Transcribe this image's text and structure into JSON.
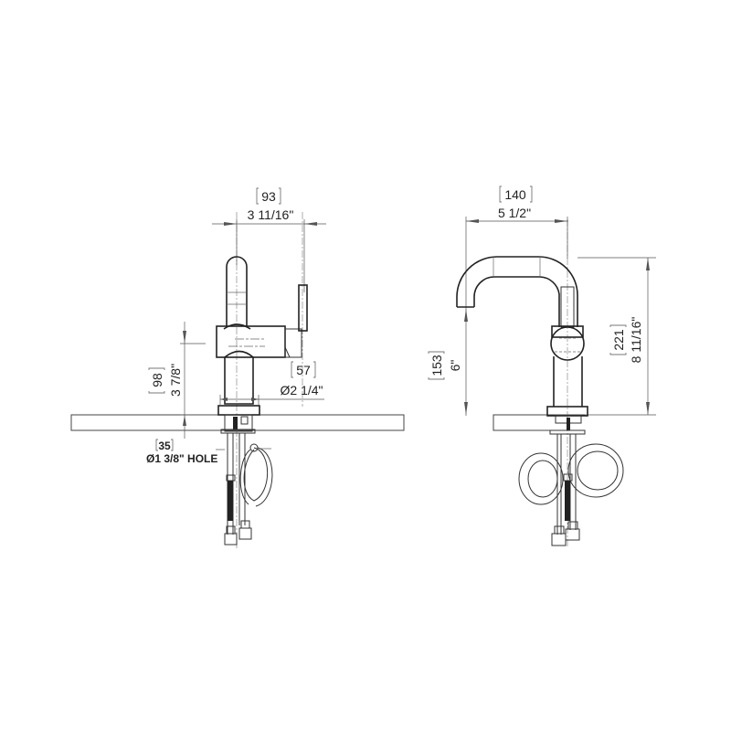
{
  "drawing": {
    "title": "Single-hole lavatory faucet dimension drawing",
    "line_color": "#333333",
    "background": "#ffffff",
    "front_view": {
      "width_mm": "93",
      "width_in": "3 11/16\"",
      "spout_height_mm": "98",
      "spout_height_in": "3 7/8\"",
      "base_diameter_mm": "57",
      "base_diameter_in": "Ø2 1/4\"",
      "hole_mm": "35",
      "hole_in": "Ø1 3/8\" HOLE"
    },
    "side_view": {
      "reach_mm": "140",
      "reach_in": "5 1/2\"",
      "spout_outlet_height_mm": "153",
      "spout_outlet_height_in": "6\"",
      "overall_height_mm": "221",
      "overall_height_in": "8 11/16\""
    }
  }
}
